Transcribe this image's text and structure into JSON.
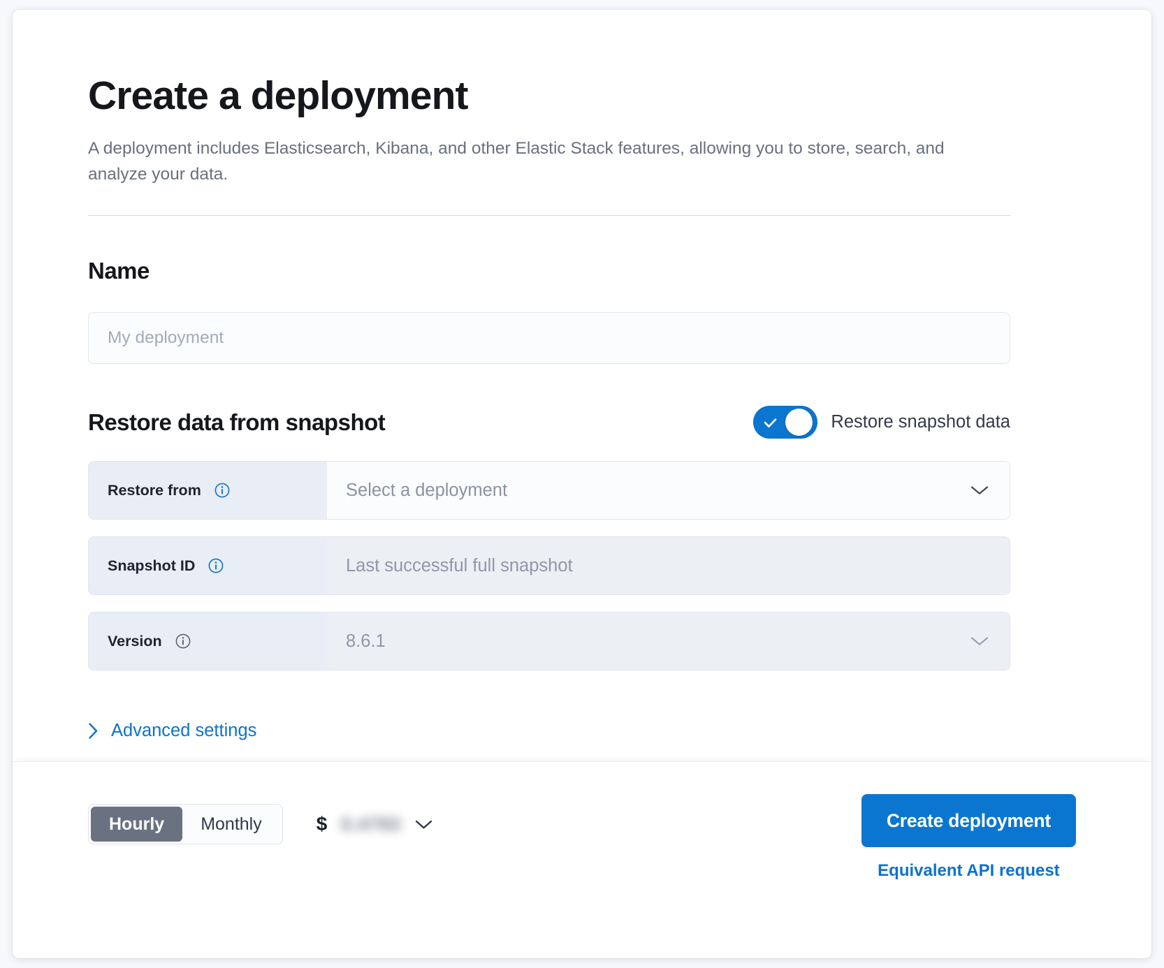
{
  "header": {
    "title": "Create a deployment",
    "description": "A deployment includes Elasticsearch, Kibana, and other Elastic Stack features, allowing you to store, search, and analyze your data."
  },
  "name_section": {
    "heading": "Name",
    "input_placeholder": "My deployment",
    "input_value": ""
  },
  "restore_section": {
    "heading": "Restore data from snapshot",
    "toggle": {
      "label": "Restore snapshot data",
      "state": "on",
      "icon": "check-icon",
      "color": "#0b76cf"
    },
    "fields": [
      {
        "label": "Restore from",
        "info_icon": "info-circle-icon",
        "info_icon_color": "#0b73cd",
        "value": "Select a deployment",
        "control": "select",
        "chevron": "chevron-down-icon",
        "disabled": false
      },
      {
        "label": "Snapshot ID",
        "info_icon": "info-circle-icon",
        "info_icon_color": "#0b73cd",
        "value": "Last successful full snapshot",
        "control": "text",
        "chevron": "",
        "disabled": true
      },
      {
        "label": "Version",
        "info_icon": "info-circle-icon",
        "info_icon_color": "#5b6372",
        "value": "8.6.1",
        "control": "select",
        "chevron": "chevron-down-icon",
        "disabled": true
      }
    ]
  },
  "advanced": {
    "label": "Advanced settings",
    "icon": "chevron-right-icon",
    "color": "#0b73cd"
  },
  "footer": {
    "billing_options": [
      {
        "label": "Hourly",
        "selected": true
      },
      {
        "label": "Monthly",
        "selected": false
      }
    ],
    "price": {
      "currency_symbol": "$",
      "amount": "0.4793",
      "redacted": true,
      "chevron": "chevron-down-icon"
    },
    "create_button": "Create deployment",
    "api_link": "Equivalent API request"
  }
}
